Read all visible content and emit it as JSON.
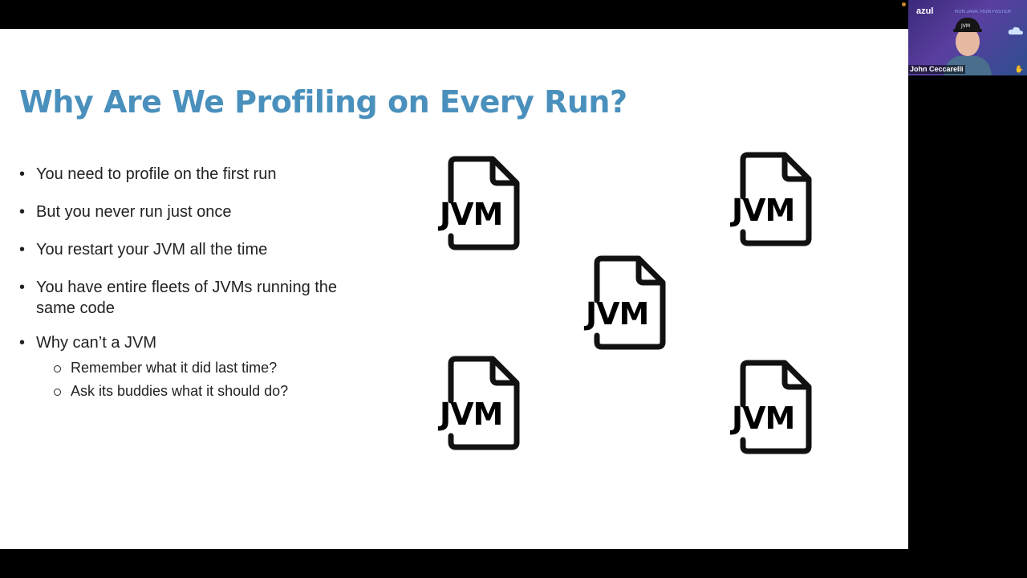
{
  "slide": {
    "title": "Why Are We Profiling on Every Run?",
    "bullets": [
      "You need to profile on the first run",
      "But you never run just once",
      "You restart your JVM all the time",
      "You have entire fleets of JVMs running the same code",
      "Why can’t a JVM"
    ],
    "sub_bullets": [
      "Remember what it did last time?",
      "Ask its buddies what it should do?"
    ],
    "icon_label": "JVM",
    "title_color": "#4a90bd"
  },
  "video": {
    "brand": "azul",
    "banner": "RUN JAVA. RUN FASTER",
    "participant_name": "John Ceccarelli",
    "hat_text": "JVM"
  }
}
